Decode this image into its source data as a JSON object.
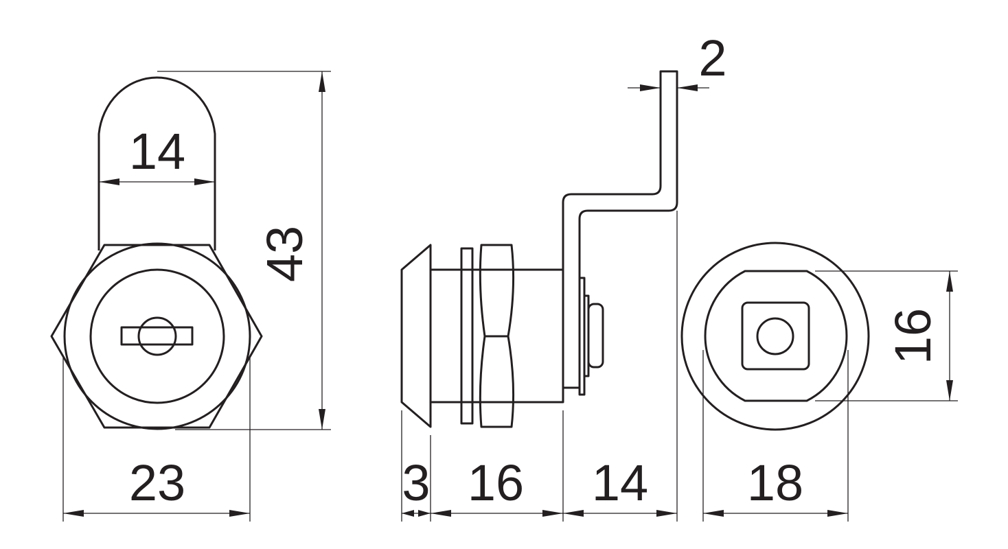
{
  "drawing": {
    "front_view": {
      "width_top": "14",
      "height": "43",
      "width_hex": "23"
    },
    "side_view": {
      "cam_thickness": "2",
      "flange": "3",
      "body": "16",
      "cam_offset": "14"
    },
    "back_view": {
      "flat_width": "16",
      "diameter": "18"
    },
    "line_color": "#231f20"
  }
}
